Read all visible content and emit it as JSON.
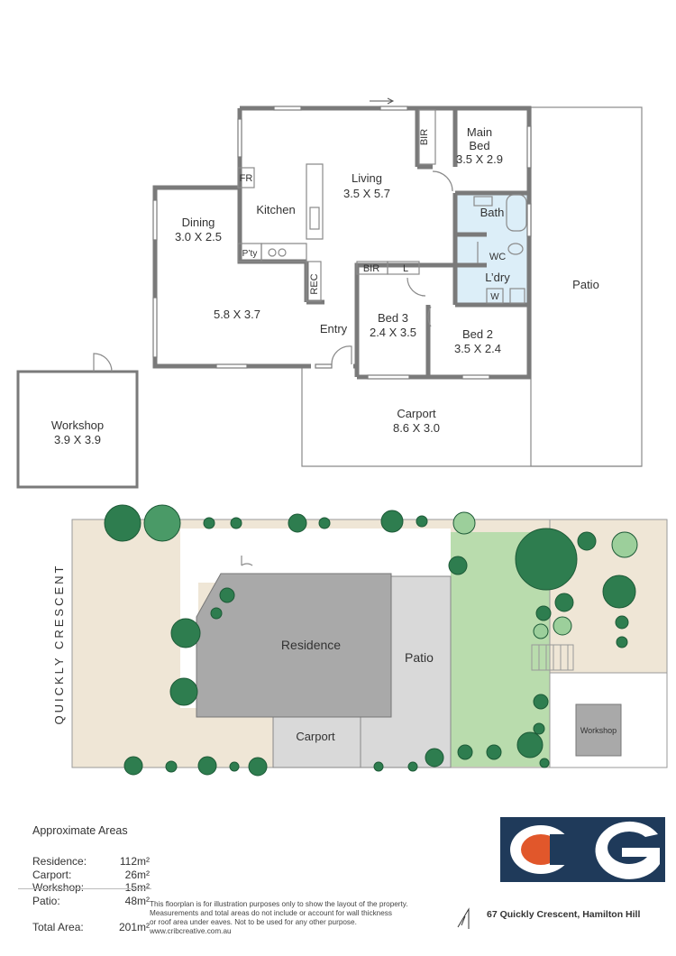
{
  "floorplan": {
    "rooms": {
      "main_bed": {
        "name_line1": "Main",
        "name_line2": "Bed",
        "dims": "3.5 X 2.9"
      },
      "living": {
        "name": "Living",
        "dims": "3.5 X 5.7"
      },
      "kitchen": {
        "name": "Kitchen"
      },
      "dining": {
        "name": "Dining",
        "dims": "3.0 X 2.5"
      },
      "family": {
        "dims": "5.8 X 3.7"
      },
      "bath": {
        "name": "Bath"
      },
      "wc": {
        "name": "WC"
      },
      "laundry": {
        "name": "L’dry"
      },
      "bed3": {
        "name": "Bed 3",
        "dims": "2.4 X 3.5"
      },
      "bed2": {
        "name": "Bed 2",
        "dims": "3.5 X 2.4"
      },
      "entry": {
        "name": "Entry"
      },
      "carport": {
        "name": "Carport",
        "dims": "8.6 X 3.0"
      },
      "patio": {
        "name": "Patio"
      },
      "workshop": {
        "name": "Workshop",
        "dims": "3.9 X 3.9"
      }
    },
    "fixtures": {
      "bir1": "BIR",
      "bir2": "BIR",
      "linen": "L",
      "fridge": "FR",
      "pantry": "P’ty",
      "rec": "REC",
      "washer": "W"
    }
  },
  "siteplan": {
    "street": "QUICKLY CRESCENT",
    "residence": "Residence",
    "patio": "Patio",
    "carport": "Carport",
    "workshop": "Workshop"
  },
  "areas": {
    "title": "Approximate Areas",
    "rows": [
      {
        "label": "Residence:",
        "value": "112m²"
      },
      {
        "label": "Carport:",
        "value": "26m²"
      },
      {
        "label": "Workshop:",
        "value": "15m²"
      },
      {
        "label": "Patio:",
        "value": "48m²"
      }
    ],
    "total_label": "Total Area:",
    "total_value": "201m²"
  },
  "disclaimer": {
    "line1": "This floorplan is for illustration purposes only to show the layout of the property.",
    "line2": "Measurements and total areas do not include or account for wall thickness",
    "line3": "or roof area under eaves. Not to be used for any other purpose.",
    "line4": "www.cribcreative.com.au"
  },
  "address": "67 Quickly Crescent, Hamilton Hill",
  "colors": {
    "wall": "#7a7a7a",
    "wet_area": "#dceef8",
    "lawn": "#b9dcad",
    "path": "#efe6d6",
    "roof": "#a9a9a9",
    "patio_roof": "#d9d9d9",
    "tree": "#2e7d4f",
    "logo_navy": "#1f3a5a",
    "logo_orange": "#e1572b"
  }
}
